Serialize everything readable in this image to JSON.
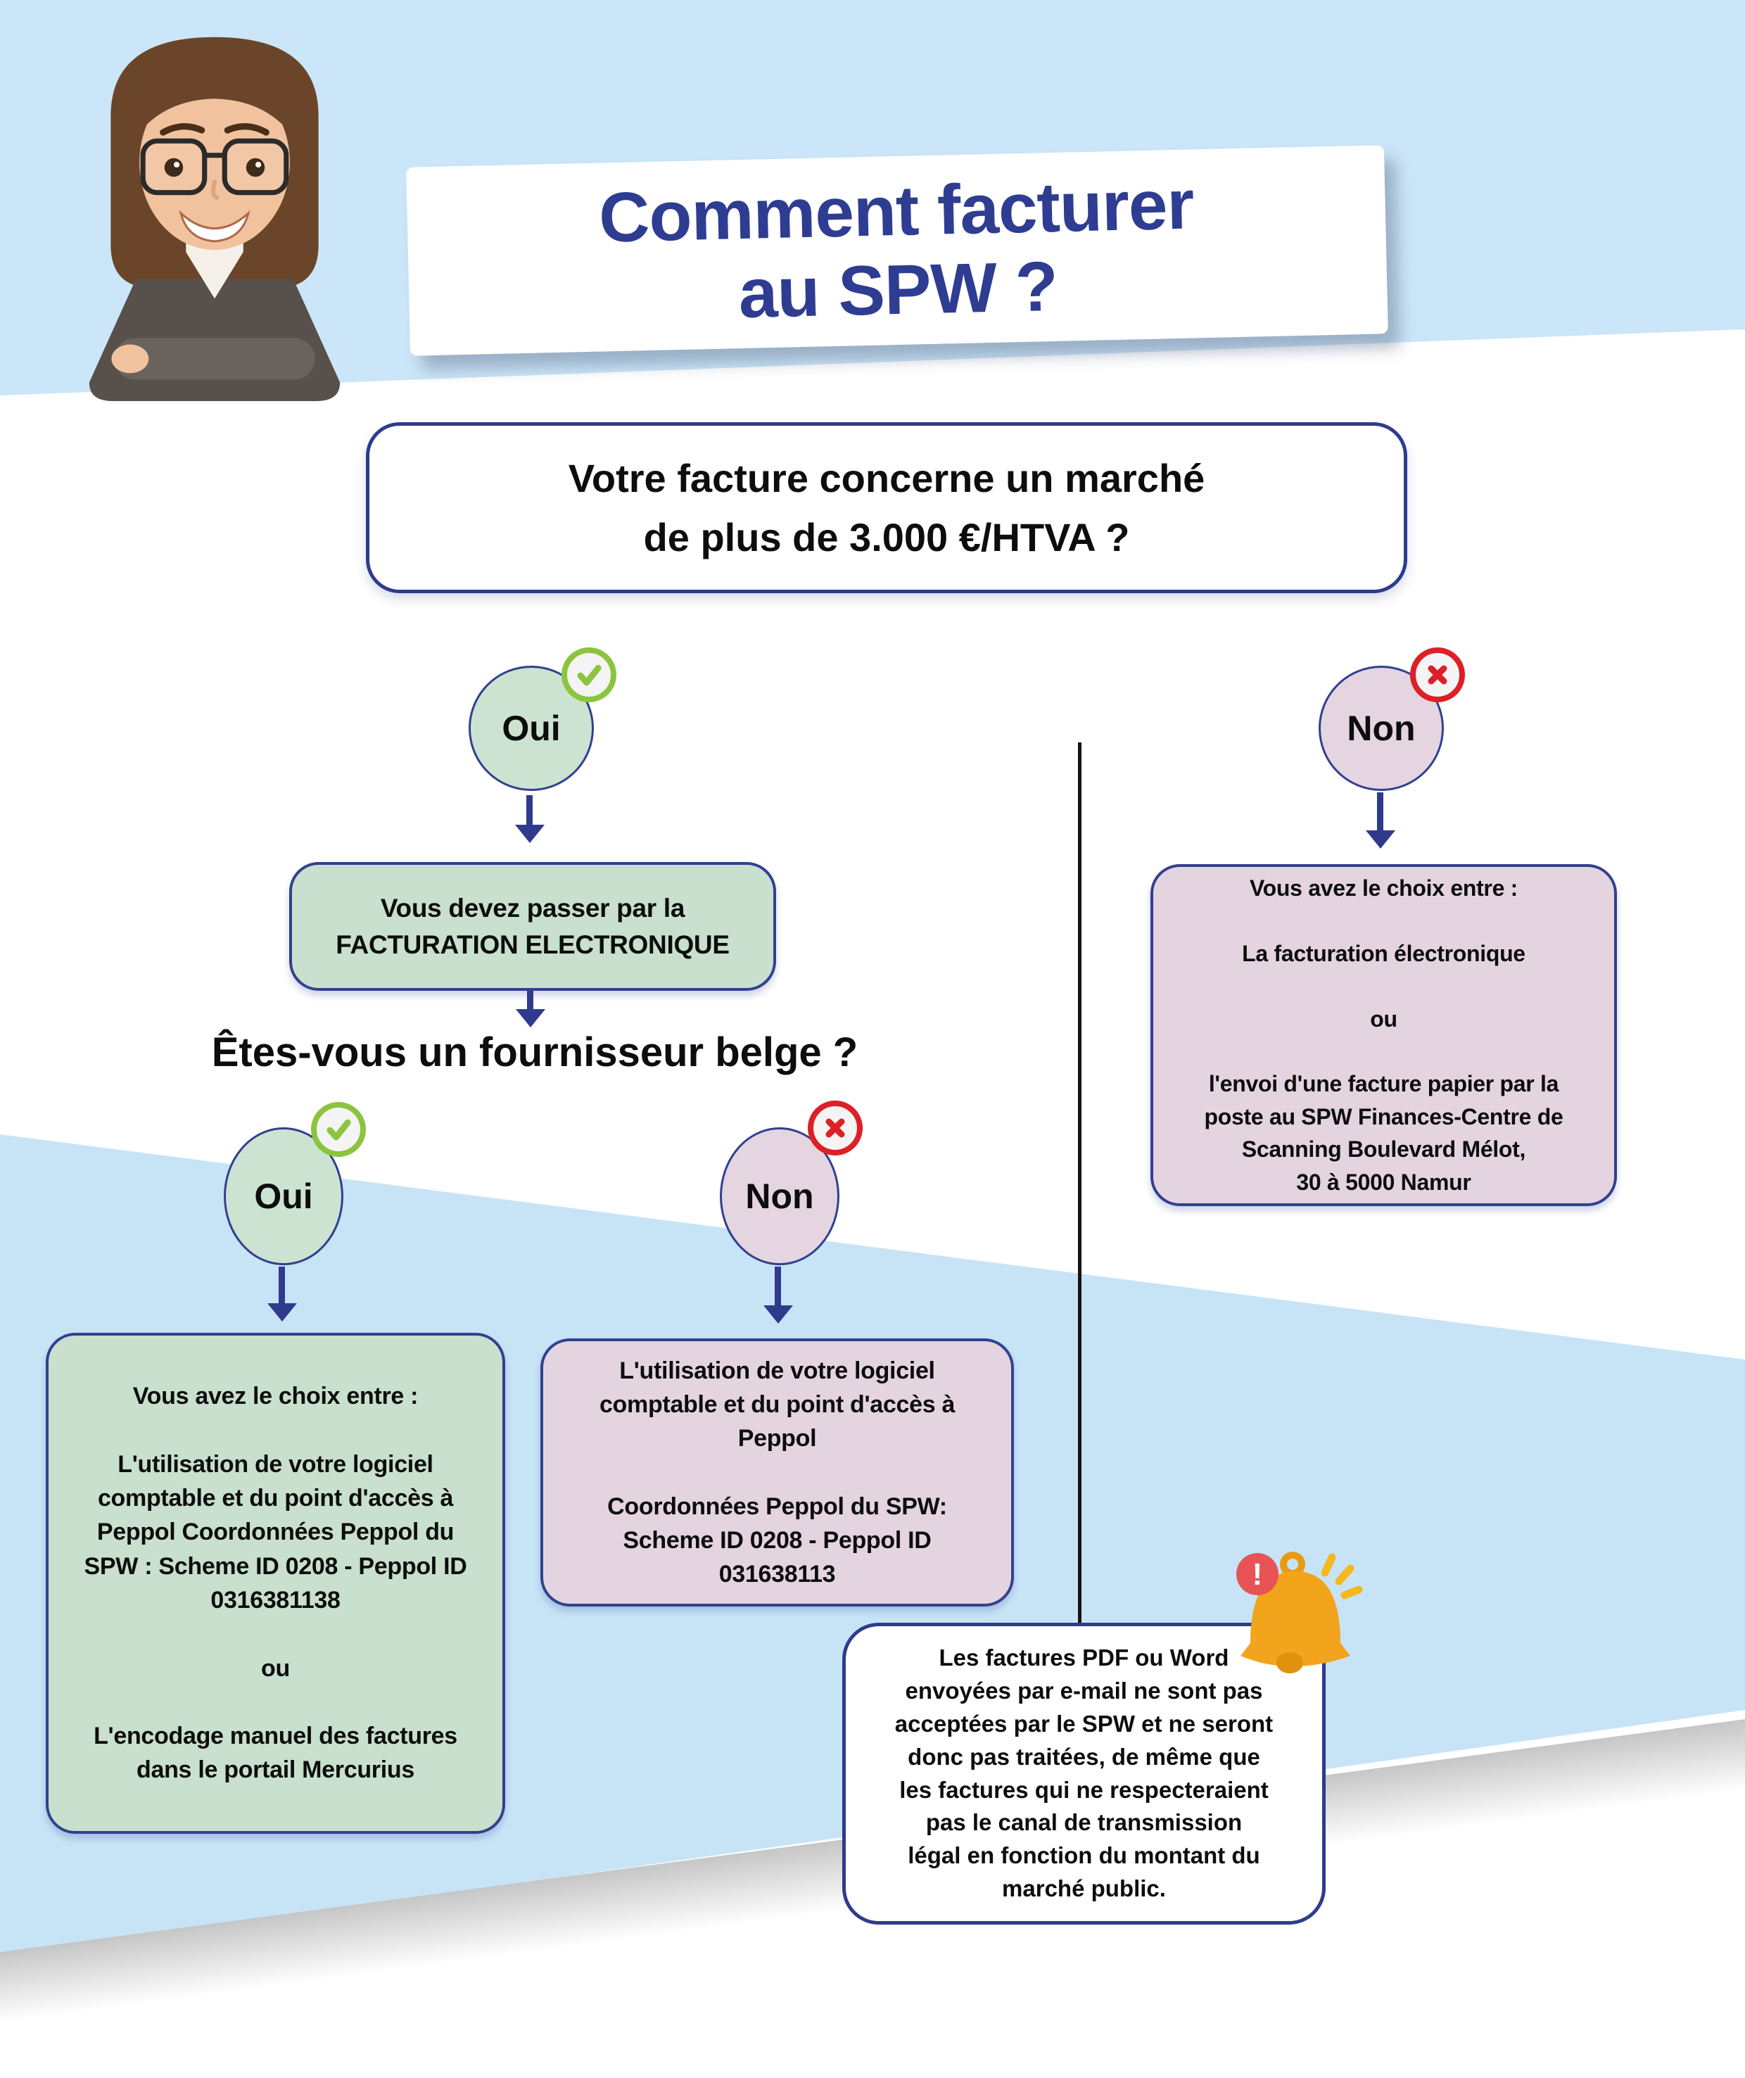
{
  "title": "Comment facturer\nau SPW ?",
  "main_question": "Votre facture concerne un marché\nde plus de 3.000 €/HTVA ?",
  "supplier_question": "Êtes-vous un fournisseur belge ?",
  "nodes": {
    "yes1": "Oui",
    "no1": "Non",
    "yes2": "Oui",
    "no2": "Non"
  },
  "boxes": {
    "electronic": "Vous devez passer par la\nFACTURATION ELECTRONIQUE",
    "no_main": "Vous avez le choix entre :\n\nLa facturation électronique\n\nou\n\nl'envoi d'une facture papier par la\nposte au SPW Finances-Centre de\nScanning Boulevard Mélot,\n30 à 5000 Namur",
    "belgian_yes": "Vous avez le choix entre :\n\nL'utilisation de votre logiciel\ncomptable et du point d'accès à\nPeppol Coordonnées Peppol du\nSPW : Scheme ID 0208 - Peppol ID\n0316381138\n\nou\n\nL'encodage manuel des factures\ndans le portail Mercurius",
    "belgian_no": "L'utilisation de votre logiciel\ncomptable et du point d'accès à\nPeppol\n\nCoordonnées Peppol du SPW:\nScheme ID 0208 - Peppol ID\n031638113",
    "warning": "Les factures PDF ou Word\nenvoyées par e-mail ne sont pas\nacceptées par le SPW et ne seront\ndonc pas traitées, de même que\nles factures qui ne respecteraient\npas le canal de transmission\nlégal en fonction du montant du\nmarché public."
  },
  "icons": {
    "yes_badge": "check-icon",
    "no_badge": "cross-icon",
    "alert": "bell-icon",
    "alert_badge": "exclamation-icon",
    "mascot": "avatar-woman"
  },
  "colors": {
    "accent_blue": "#2e3b8d",
    "title_blue": "#2e3d91",
    "band_blue": "#c8e5f8",
    "green_fill": "#c8e0cd",
    "purple_fill": "#e4d4e0",
    "check_green": "#8bc43f",
    "cross_red": "#de1f26",
    "bell_orange": "#f2a41c",
    "badge_red": "#e85456"
  }
}
